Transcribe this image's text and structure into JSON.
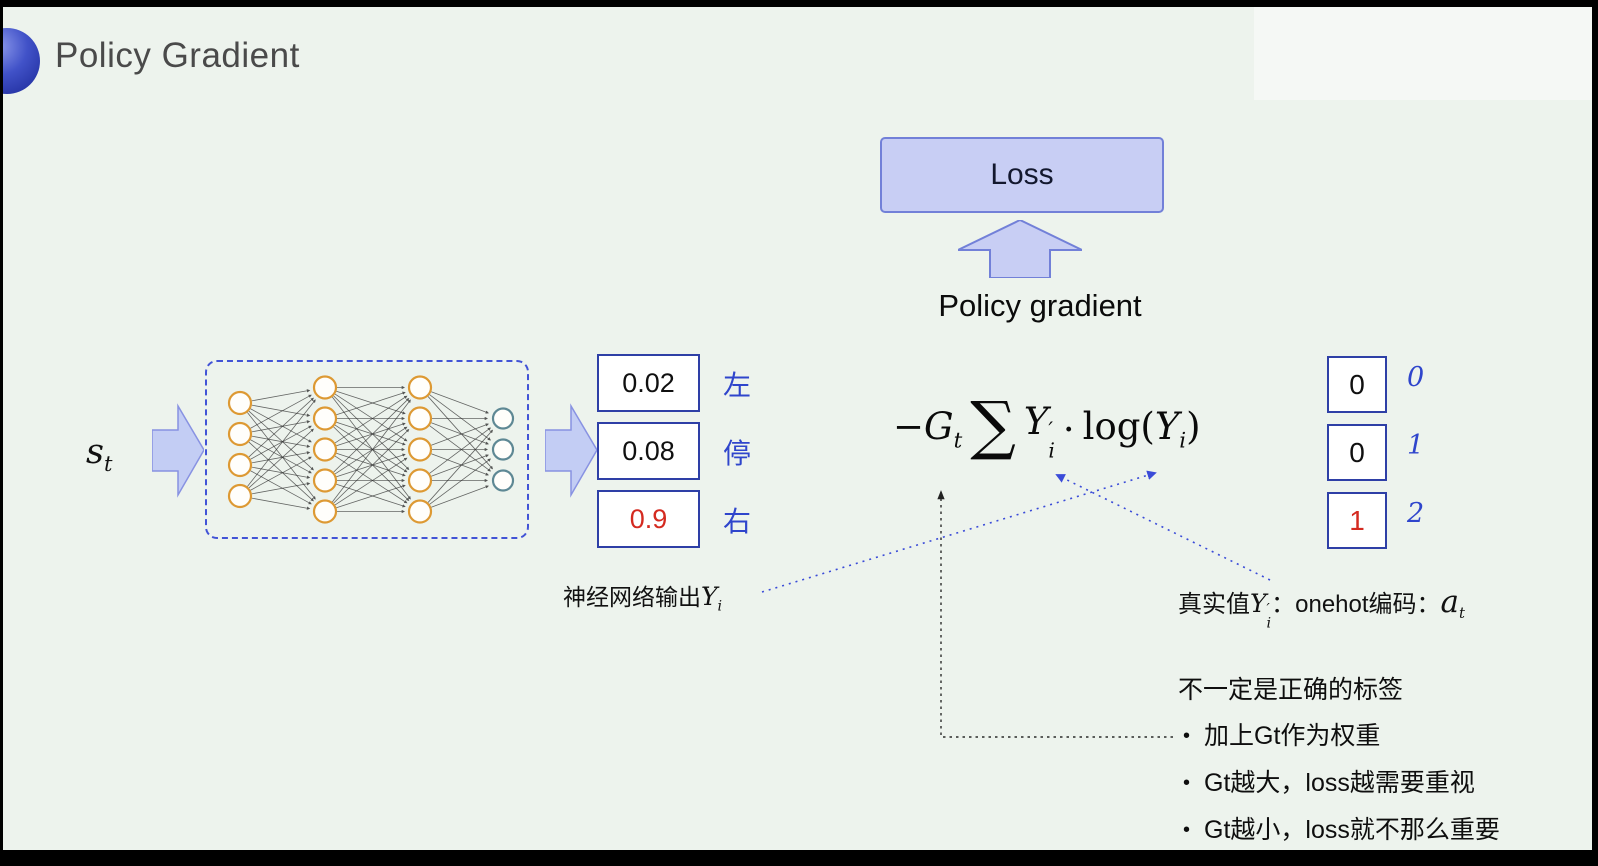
{
  "title": "Policy Gradient",
  "loss": {
    "label": "Loss"
  },
  "policy_gradient_caption": "Policy gradient",
  "formula": {
    "minus": "−",
    "G": "G",
    "G_sub": "t",
    "sum": "∑",
    "Y": "Y",
    "Y_sub": "i",
    "prime": "′",
    "dot": "·",
    "log_open": "log(",
    "Y2": "Y",
    "Y2_sub": "i",
    "close": ")"
  },
  "state": {
    "var": "s",
    "sub": "t"
  },
  "network": {
    "layers": [
      4,
      5,
      5,
      3
    ]
  },
  "nn_output": {
    "rows": [
      {
        "value": "0.02",
        "action": "左"
      },
      {
        "value": "0.08",
        "action": "停"
      },
      {
        "value": "0.9",
        "action": "右"
      }
    ],
    "caption_text": "神经网络输出",
    "caption_var": "Y",
    "caption_sub": "i"
  },
  "onehot": {
    "rows": [
      {
        "value": "0",
        "index": "0"
      },
      {
        "value": "0",
        "index": "1"
      },
      {
        "value": "1",
        "index": "2"
      }
    ],
    "caption_prefix": "真实值",
    "caption_var": "Y",
    "caption_sub": "i",
    "caption_prime": "′",
    "caption_mid": "：onehot编码：",
    "caption_var2": "a",
    "caption_sub2": "t"
  },
  "notes": {
    "heading": "不一定是正确的标签",
    "bullet": "•",
    "items": [
      "加上Gt作为权重",
      "Gt越大，loss越需要重视",
      "Gt越小，loss就不那么重要"
    ]
  },
  "colors": {
    "accent_fill": "#c8cef4",
    "accent_border": "#7280d8",
    "box_border": "#2e3fa6",
    "highlight_red": "#d42a20",
    "label_blue": "#2f45cc",
    "arrow_blue": "#3a4bd8",
    "node_orange": "#dd9933",
    "node_teal": "#5e8894"
  }
}
